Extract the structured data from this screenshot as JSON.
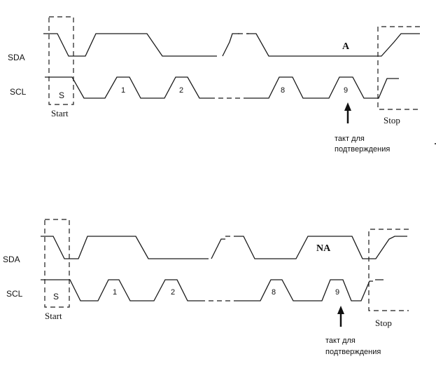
{
  "diagrams": [
    {
      "signals": {
        "sda": "SDA",
        "scl": "SCL"
      },
      "start_bit": "S",
      "start_label": "Start",
      "stop_label": "Stop",
      "clock_labels": [
        "1",
        "2",
        "8",
        "9"
      ],
      "ack_label": "A",
      "ack_note": [
        "такт для",
        "подтверждения"
      ]
    },
    {
      "signals": {
        "sda": "SDA",
        "scl": "SCL"
      },
      "start_bit": "S",
      "start_label": "Start",
      "stop_label": "Stop",
      "clock_labels": [
        "1",
        "2",
        "8",
        "9"
      ],
      "ack_label": "NA",
      "ack_note": [
        "такт для",
        "подтверждения"
      ]
    }
  ]
}
